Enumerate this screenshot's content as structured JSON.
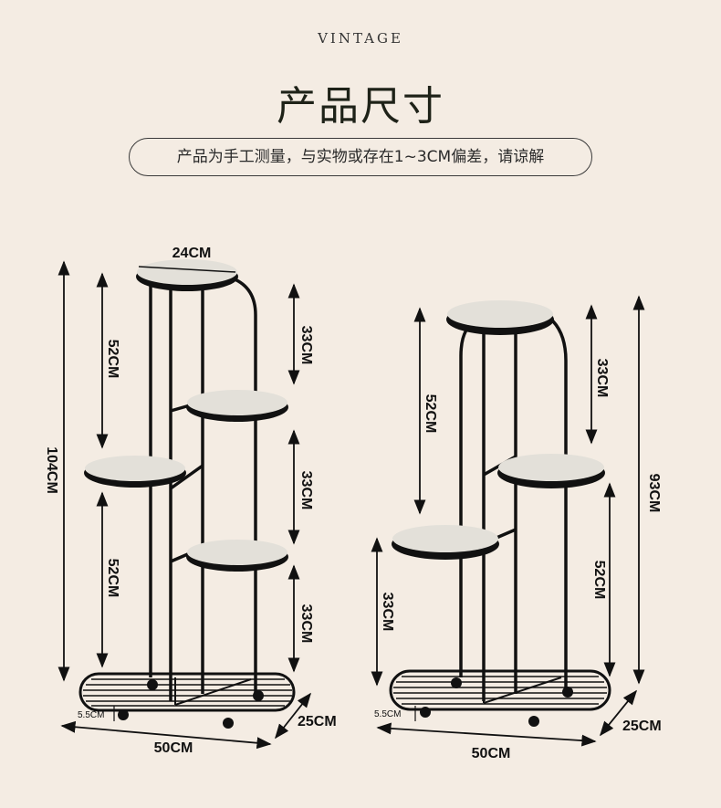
{
  "header": {
    "brand": "VINTAGE",
    "title": "产品尺寸",
    "note": "产品为手工测量，与实物或存在1~3CM偏差，请谅解"
  },
  "colors": {
    "background": "#f4ece3",
    "frame": "#111111",
    "shelf": "#e3e0d9"
  },
  "left_stand": {
    "top_diameter": "24CM",
    "total_height": "104CM",
    "left_gap_upper": "52CM",
    "left_gap_lower": "52CM",
    "right_gap_1": "33CM",
    "right_gap_2": "33CM",
    "right_gap_3": "33CM",
    "wheel_height": "5.5CM",
    "width": "50CM",
    "depth": "25CM"
  },
  "right_stand": {
    "left_gap": "52CM",
    "left_gap_lower": "33CM",
    "right_gap_upper": "33CM",
    "right_gap_lower": "52CM",
    "total_height": "93CM",
    "wheel_height": "5.5CM",
    "width": "50CM",
    "depth": "25CM"
  }
}
